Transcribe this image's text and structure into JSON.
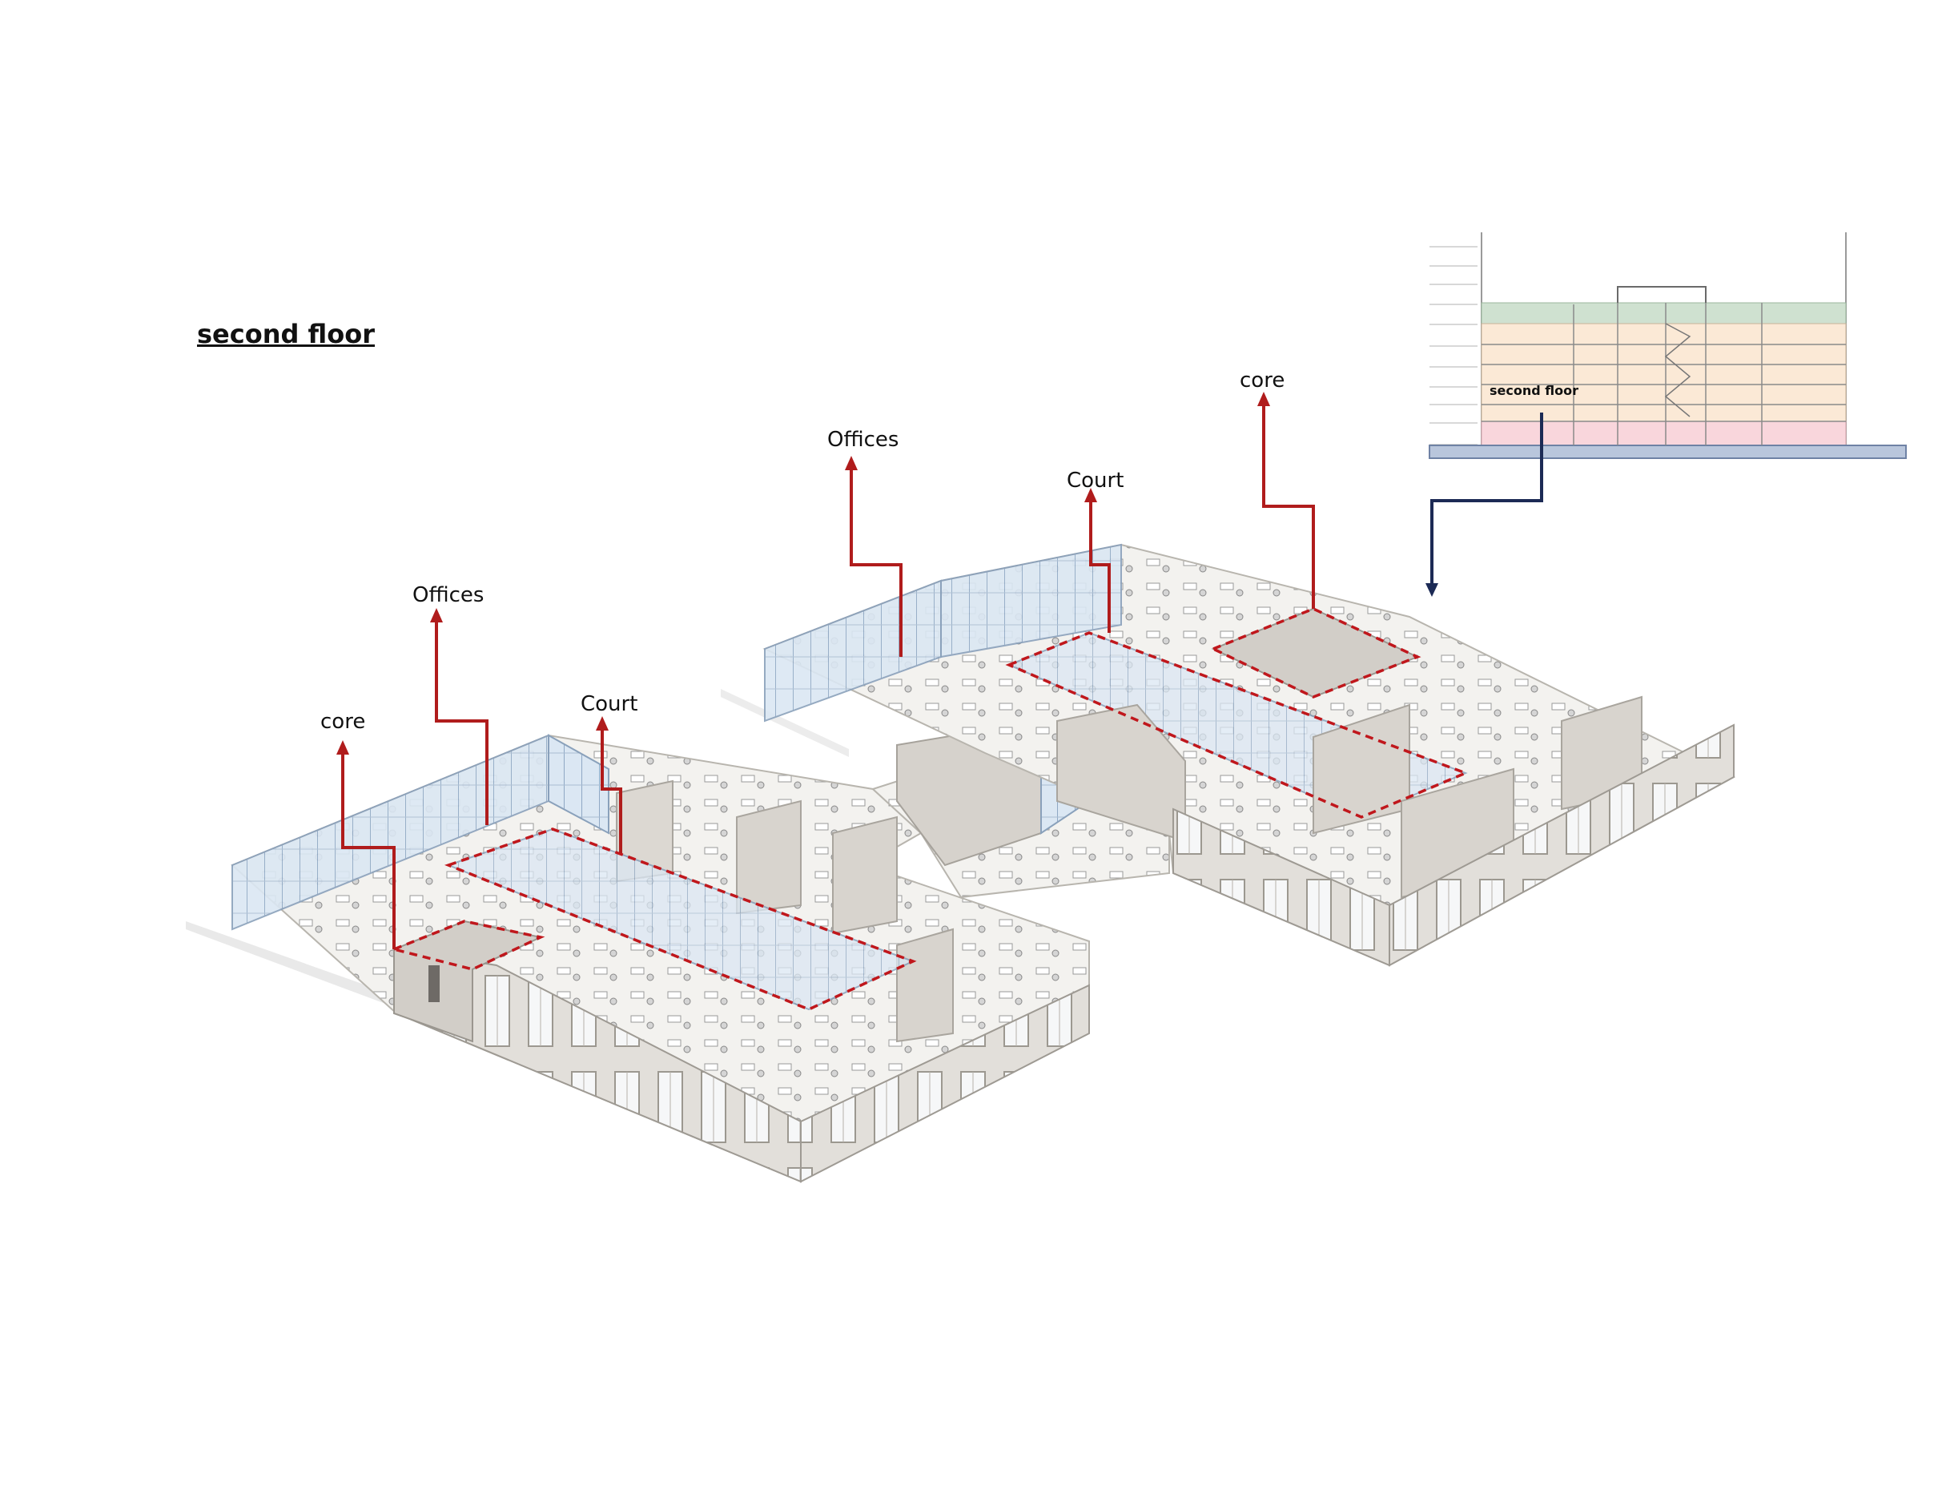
{
  "title": "second floor",
  "callouts": {
    "core_left": "core",
    "offices_left": "Offices",
    "court_left": "Court",
    "offices_right": "Offices",
    "court_right": "Court",
    "core_right": "core"
  },
  "section_key": {
    "label": "second floor",
    "band_colors": {
      "roof": "#cfe1d0",
      "upper_floors": "#fbe9d6",
      "second_floor": "#f9d6dc",
      "ground": "#b9c6dc"
    }
  },
  "colors": {
    "callout_arrow": "#b01c1c",
    "court_outline": "#c0171c",
    "key_arrow": "#1c2a55",
    "wall": "#e4e1dc",
    "glass": "#c9dbee"
  }
}
